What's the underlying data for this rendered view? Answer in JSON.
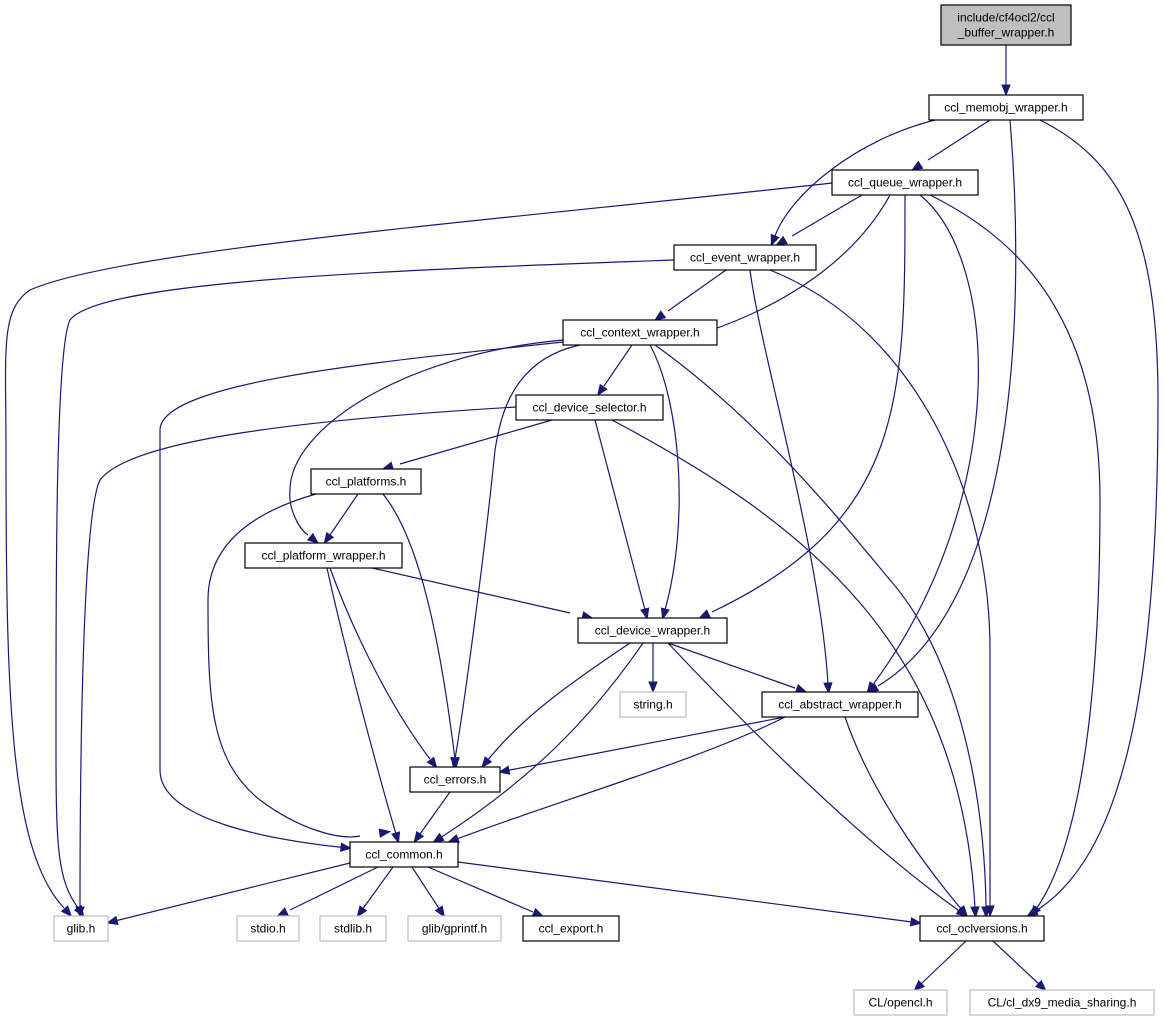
{
  "title": "Include dependency graph for ccl_buffer_wrapper.h",
  "colors": {
    "edge": "#191970",
    "root_fill": "#bfbfbf",
    "local_border": "#000000",
    "external_border": "#bfbfbf"
  },
  "nodes": [
    {
      "id": "root",
      "lines": [
        "include/cf4ocl2/ccl",
        "_buffer_wrapper.h"
      ],
      "kind": "root"
    },
    {
      "id": "memobj",
      "lines": [
        "ccl_memobj_wrapper.h"
      ],
      "kind": "local"
    },
    {
      "id": "queue",
      "lines": [
        "ccl_queue_wrapper.h"
      ],
      "kind": "local"
    },
    {
      "id": "event",
      "lines": [
        "ccl_event_wrapper.h"
      ],
      "kind": "local"
    },
    {
      "id": "context",
      "lines": [
        "ccl_context_wrapper.h"
      ],
      "kind": "local"
    },
    {
      "id": "devsel",
      "lines": [
        "ccl_device_selector.h"
      ],
      "kind": "local"
    },
    {
      "id": "platforms",
      "lines": [
        "ccl_platforms.h"
      ],
      "kind": "local"
    },
    {
      "id": "platwrap",
      "lines": [
        "ccl_platform_wrapper.h"
      ],
      "kind": "local"
    },
    {
      "id": "devwrap",
      "lines": [
        "ccl_device_wrapper.h"
      ],
      "kind": "local"
    },
    {
      "id": "string",
      "lines": [
        "string.h"
      ],
      "kind": "external"
    },
    {
      "id": "abstract",
      "lines": [
        "ccl_abstract_wrapper.h"
      ],
      "kind": "local"
    },
    {
      "id": "errors",
      "lines": [
        "ccl_errors.h"
      ],
      "kind": "local"
    },
    {
      "id": "common",
      "lines": [
        "ccl_common.h"
      ],
      "kind": "local"
    },
    {
      "id": "glib",
      "lines": [
        "glib.h"
      ],
      "kind": "external"
    },
    {
      "id": "stdio",
      "lines": [
        "stdio.h"
      ],
      "kind": "external"
    },
    {
      "id": "stdlib",
      "lines": [
        "stdlib.h"
      ],
      "kind": "external"
    },
    {
      "id": "gprintf",
      "lines": [
        "glib/gprintf.h"
      ],
      "kind": "external"
    },
    {
      "id": "export",
      "lines": [
        "ccl_export.h"
      ],
      "kind": "local"
    },
    {
      "id": "oclversions",
      "lines": [
        "ccl_oclversions.h"
      ],
      "kind": "local"
    },
    {
      "id": "opencl",
      "lines": [
        "CL/opencl.h"
      ],
      "kind": "external"
    },
    {
      "id": "dx9",
      "lines": [
        "CL/cl_dx9_media_sharing.h"
      ],
      "kind": "external"
    }
  ],
  "edges": [
    [
      "root",
      "memobj"
    ],
    [
      "memobj",
      "queue"
    ],
    [
      "memobj",
      "event"
    ],
    [
      "memobj",
      "abstract"
    ],
    [
      "memobj",
      "oclversions"
    ],
    [
      "queue",
      "glib"
    ],
    [
      "queue",
      "event"
    ],
    [
      "queue",
      "context"
    ],
    [
      "queue",
      "devwrap"
    ],
    [
      "queue",
      "abstract"
    ],
    [
      "queue",
      "oclversions"
    ],
    [
      "event",
      "glib"
    ],
    [
      "event",
      "context"
    ],
    [
      "event",
      "abstract"
    ],
    [
      "event",
      "oclversions"
    ],
    [
      "context",
      "devsel"
    ],
    [
      "context",
      "platwrap"
    ],
    [
      "context",
      "devwrap"
    ],
    [
      "context",
      "errors"
    ],
    [
      "context",
      "common"
    ],
    [
      "context",
      "oclversions"
    ],
    [
      "devsel",
      "glib"
    ],
    [
      "devsel",
      "platforms"
    ],
    [
      "devsel",
      "devwrap"
    ],
    [
      "devsel",
      "oclversions"
    ],
    [
      "platforms",
      "platwrap"
    ],
    [
      "platforms",
      "errors"
    ],
    [
      "platforms",
      "common"
    ],
    [
      "platwrap",
      "devwrap"
    ],
    [
      "platwrap",
      "errors"
    ],
    [
      "platwrap",
      "common"
    ],
    [
      "devwrap",
      "string"
    ],
    [
      "devwrap",
      "abstract"
    ],
    [
      "devwrap",
      "errors"
    ],
    [
      "devwrap",
      "common"
    ],
    [
      "devwrap",
      "oclversions"
    ],
    [
      "abstract",
      "errors"
    ],
    [
      "abstract",
      "common"
    ],
    [
      "abstract",
      "oclversions"
    ],
    [
      "errors",
      "common"
    ],
    [
      "common",
      "glib"
    ],
    [
      "common",
      "stdio"
    ],
    [
      "common",
      "stdlib"
    ],
    [
      "common",
      "gprintf"
    ],
    [
      "common",
      "export"
    ],
    [
      "common",
      "oclversions"
    ],
    [
      "oclversions",
      "opencl"
    ],
    [
      "oclversions",
      "dx9"
    ]
  ]
}
